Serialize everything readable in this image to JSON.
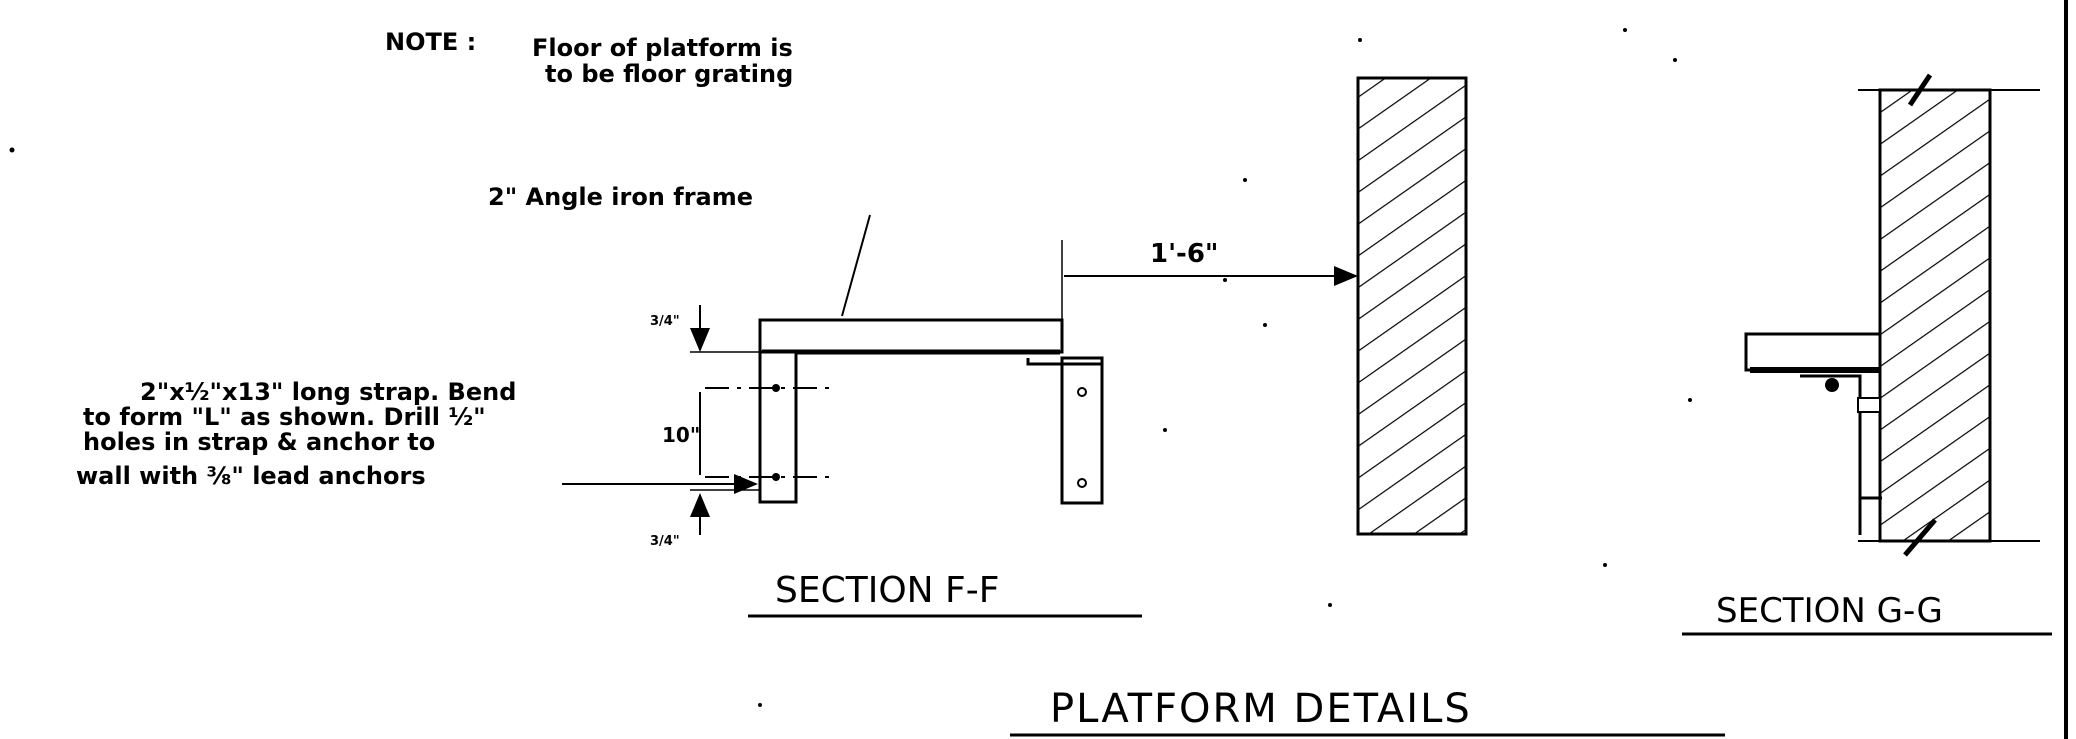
{
  "note": {
    "prefix": "NOTE :",
    "line1": "Floor of platform is",
    "line2": "to be floor grating"
  },
  "labels": {
    "frame": "2\" Angle iron frame",
    "dimension_wall": "1'-6\"",
    "dim_top": "3/4\"",
    "dim_mid": "10\"",
    "dim_bottom": "3/4\"",
    "strap_line1": "2\"x½\"x13\" long strap. Bend",
    "strap_line2": "to form \"L\" as shown. Drill ½\"",
    "strap_line3": "holes in strap & anchor to",
    "strap_line4": "wall with ⅜\" lead anchors"
  },
  "titles": {
    "section_f": "SECTION F-F",
    "section_g": "SECTION G-G",
    "main": "PLATFORM DETAILS"
  }
}
